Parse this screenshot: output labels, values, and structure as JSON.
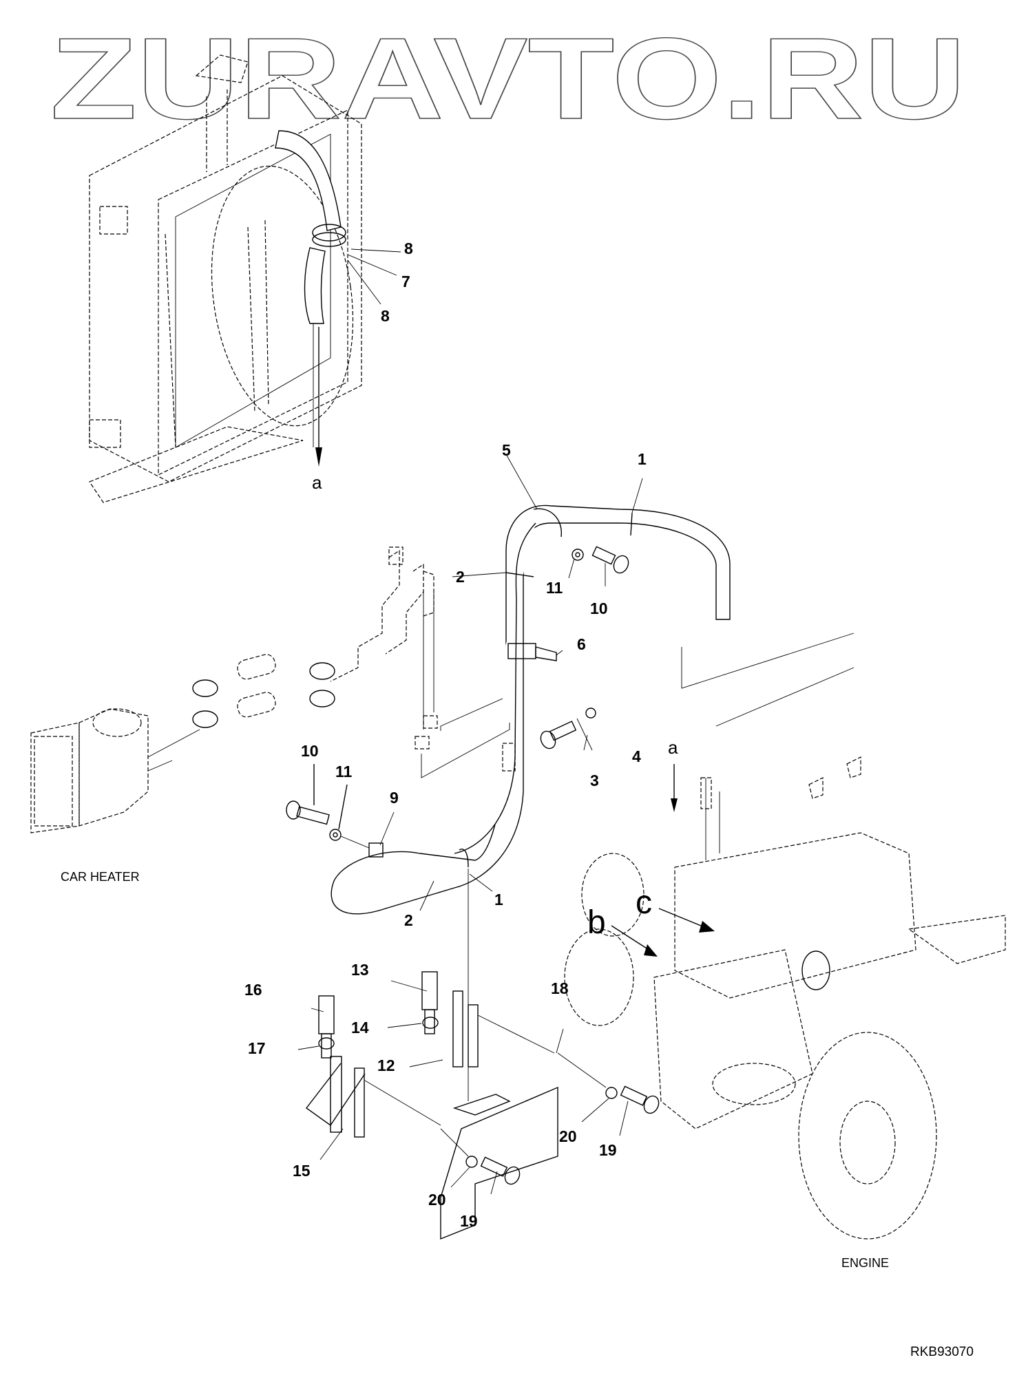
{
  "watermark": {
    "text": "ZURAVTO.RU"
  },
  "document": {
    "figure_id": "RKB93070"
  },
  "captions": {
    "car_heater": "CAR HEATER",
    "engine": "ENGINE"
  },
  "view_letters": {
    "a_top": "a",
    "a_engine": "a",
    "b": "b",
    "c": "c"
  },
  "callouts": [
    {
      "id": "c8a",
      "label": "8"
    },
    {
      "id": "c7",
      "label": "7"
    },
    {
      "id": "c8b",
      "label": "8"
    },
    {
      "id": "c5",
      "label": "5"
    },
    {
      "id": "c1a",
      "label": "1"
    },
    {
      "id": "c2a",
      "label": "2"
    },
    {
      "id": "c11a",
      "label": "11"
    },
    {
      "id": "c10a",
      "label": "10"
    },
    {
      "id": "c6",
      "label": "6"
    },
    {
      "id": "c4",
      "label": "4"
    },
    {
      "id": "c3",
      "label": "3"
    },
    {
      "id": "c10b",
      "label": "10"
    },
    {
      "id": "c11b",
      "label": "11"
    },
    {
      "id": "c9",
      "label": "9"
    },
    {
      "id": "c1b",
      "label": "1"
    },
    {
      "id": "c2b",
      "label": "2"
    },
    {
      "id": "c13",
      "label": "13"
    },
    {
      "id": "c16",
      "label": "16"
    },
    {
      "id": "c14",
      "label": "14"
    },
    {
      "id": "c17",
      "label": "17"
    },
    {
      "id": "c12",
      "label": "12"
    },
    {
      "id": "c18",
      "label": "18"
    },
    {
      "id": "c15",
      "label": "15"
    },
    {
      "id": "c20a",
      "label": "20"
    },
    {
      "id": "c19a",
      "label": "19"
    },
    {
      "id": "c20b",
      "label": "20"
    },
    {
      "id": "c19b",
      "label": "19"
    }
  ]
}
